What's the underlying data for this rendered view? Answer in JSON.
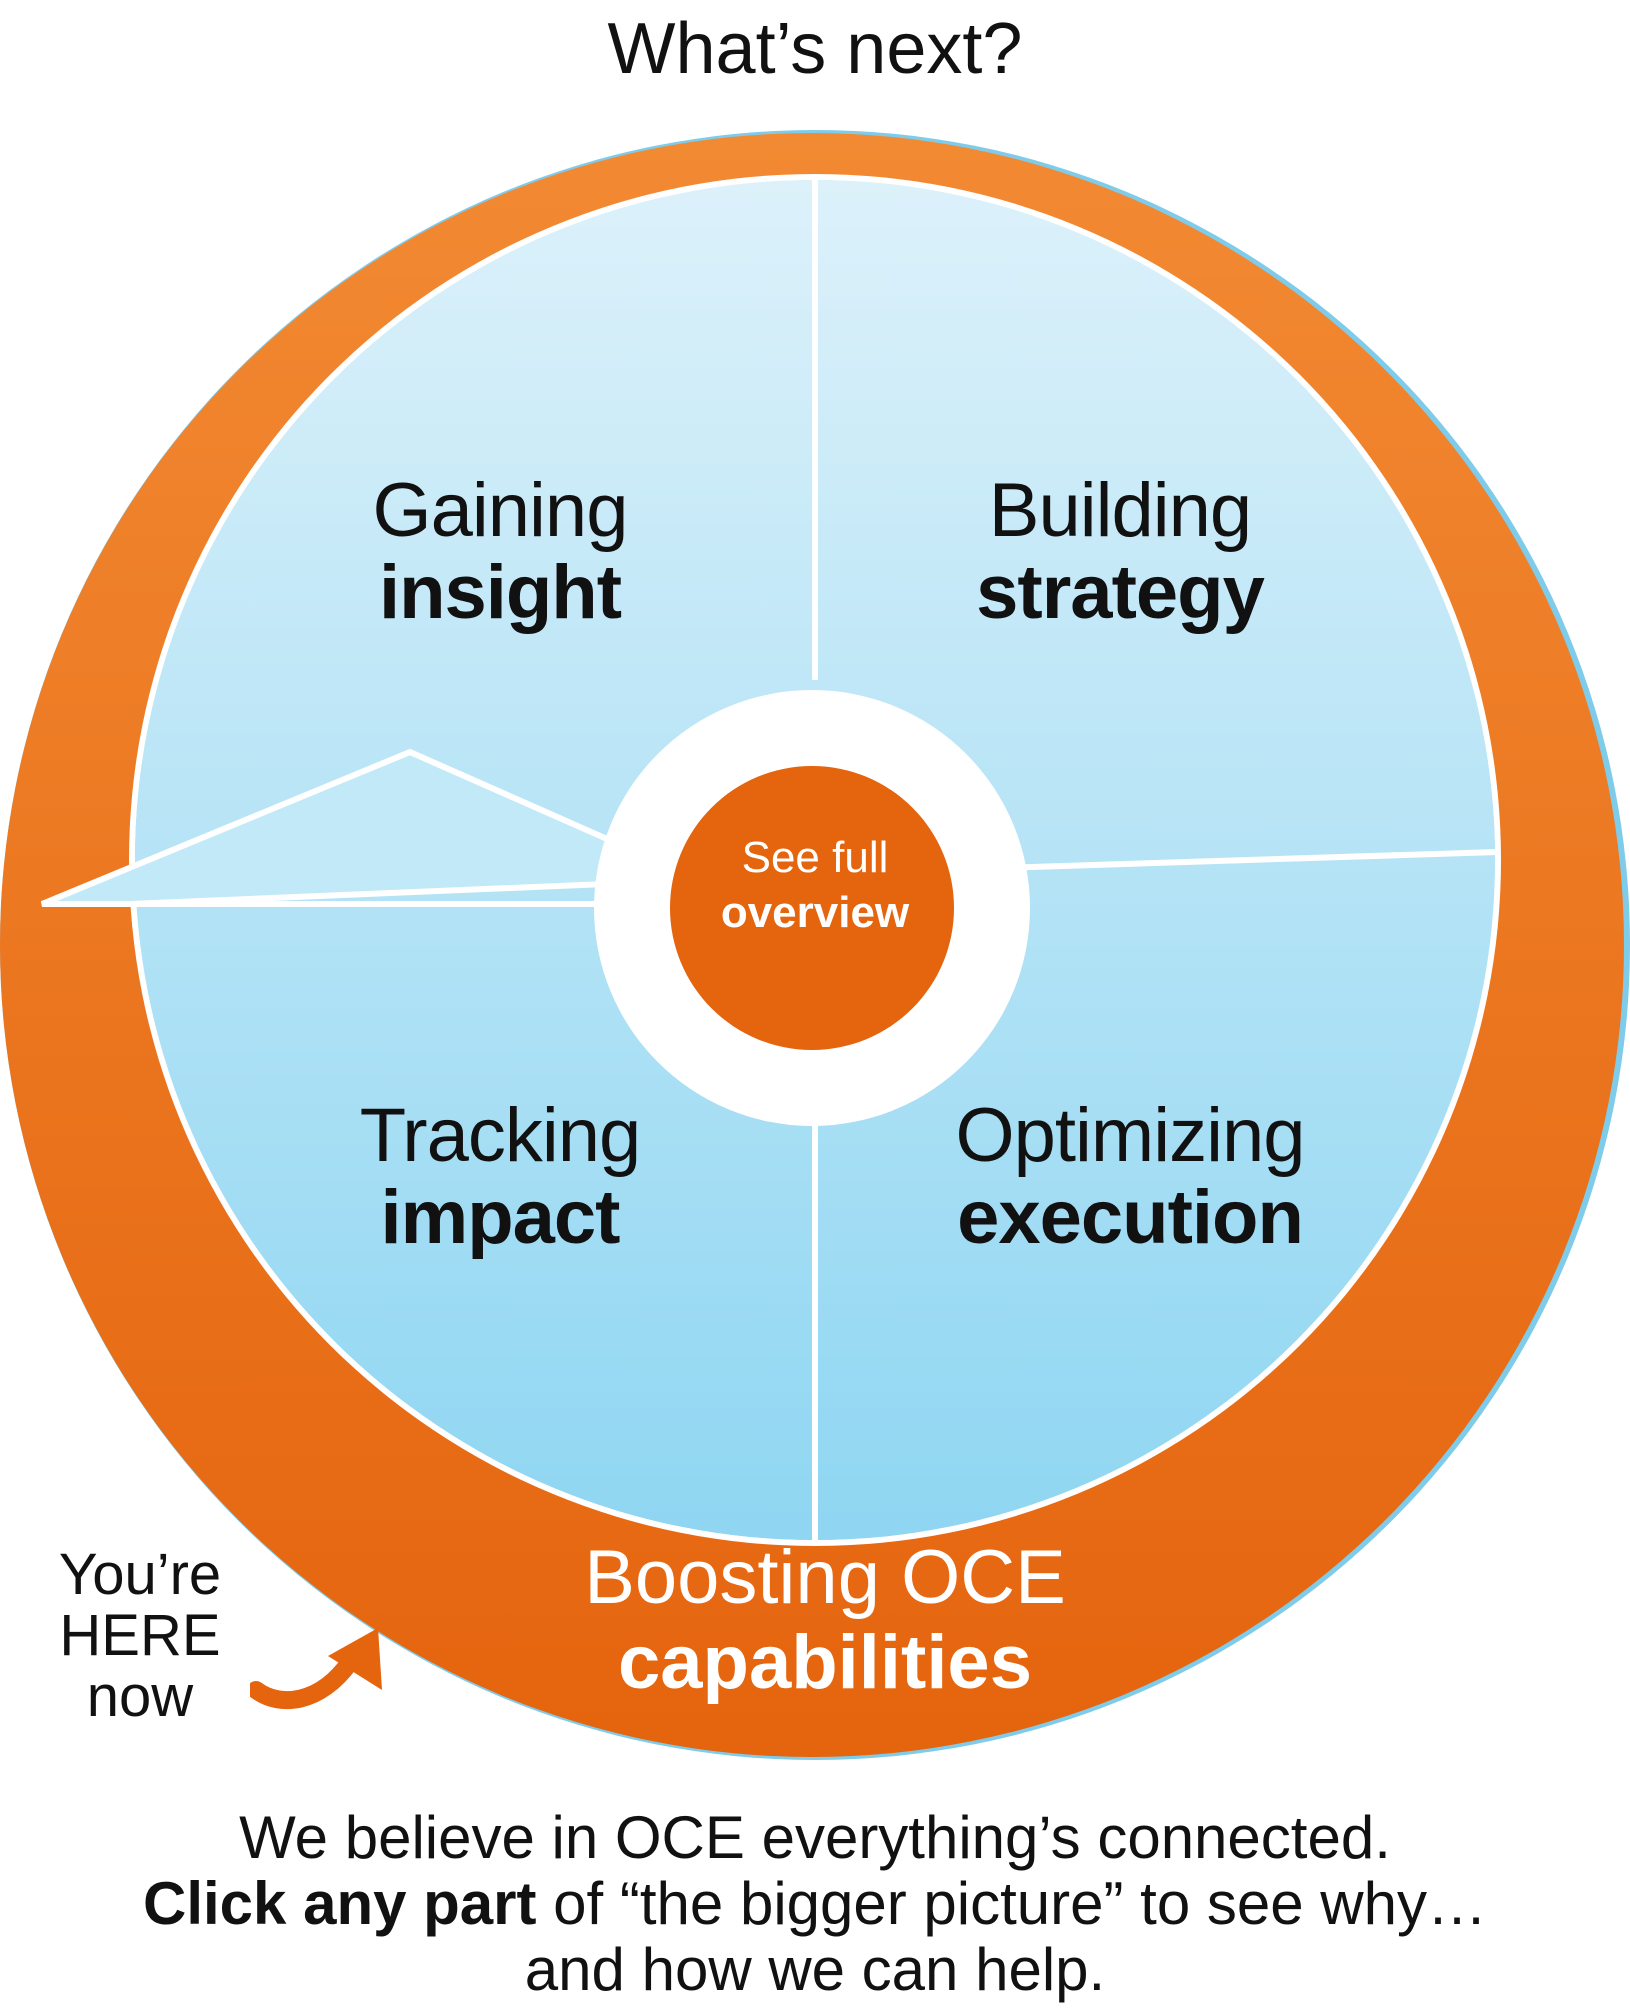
{
  "title": "What’s next?",
  "quadrants": {
    "insight": {
      "line1": "Gaining",
      "line2": "insight"
    },
    "strategy": {
      "line1": "Building",
      "line2": "strategy"
    },
    "impact": {
      "line1": "Tracking",
      "line2": "impact"
    },
    "execution": {
      "line1": "Optimizing",
      "line2": "execution"
    }
  },
  "center": {
    "line1": "See full",
    "line2": "overview"
  },
  "ring": {
    "line1": "Boosting OCE",
    "line2": "capabilities"
  },
  "here_note": {
    "line1": "You’re",
    "line2": "HERE",
    "line3": "now"
  },
  "footer": {
    "line1": "We believe in OCE everything’s connected.",
    "line2_bold": "Click any part",
    "line2_rest": " of “the bigger picture” to see why…",
    "line3": "and how we can help."
  },
  "colors": {
    "ring_top": "#f28a33",
    "ring_bottom": "#e5640e",
    "center": "#e5640e",
    "quad_top": "#dcf1fa",
    "quad_bottom": "#8fd6f2",
    "divider": "#ffffff",
    "text": "#111111"
  }
}
